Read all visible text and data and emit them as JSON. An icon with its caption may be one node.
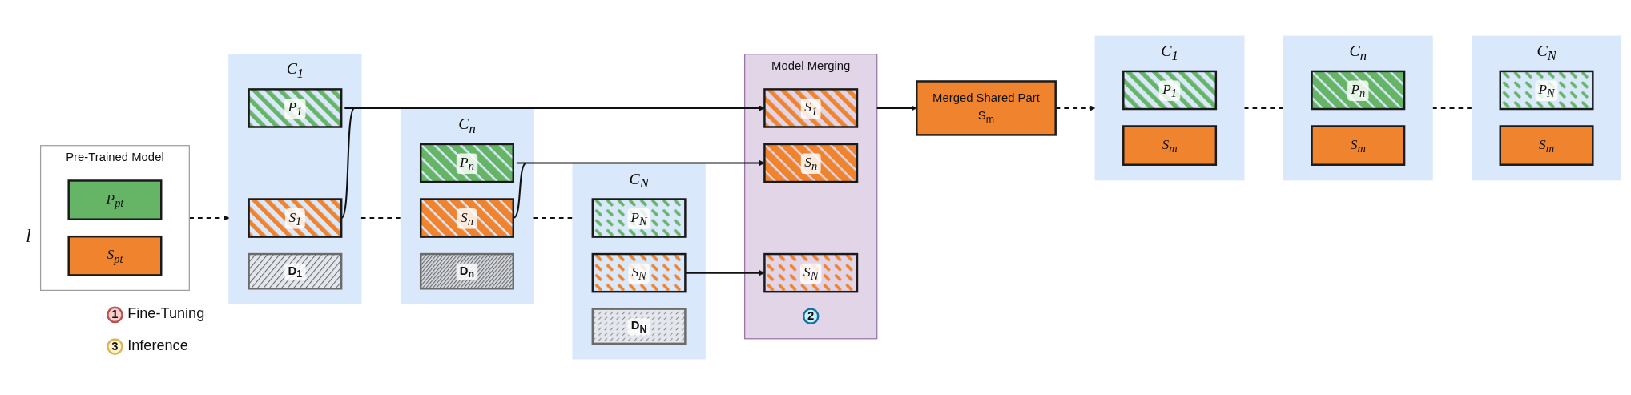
{
  "diagram": {
    "nodes": [
      {
        "text": [
          "Pre-Trained Model"
        ]
      },
      {
        "text": [
          "P$_{pt}$"
        ],
        "in": 0
      },
      {
        "text": [
          "S$_{pt}$"
        ],
        "in": 0
      },
      {
        "text": [
          "1"
        ],
        "beside": [
          "Fine-Tuning"
        ]
      },
      {
        "text": [
          "C$_{1}$"
        ]
      },
      {
        "text": [
          "P$_{1}$"
        ],
        "in": 4
      },
      {
        "text": [
          "S$_{1}$"
        ],
        "in": 4
      },
      {
        "text": [
          "D$_{1}$"
        ],
        "in": 4
      },
      {
        "text": [
          "C$_{n}$"
        ]
      },
      {
        "text": [
          "P$_{n}$"
        ],
        "in": 8
      },
      {
        "text": [
          "S$_{n}$"
        ],
        "in": 8
      },
      {
        "text": [
          "D$_{n}$"
        ],
        "in": 8
      },
      {
        "text": [
          "C$_{N}$"
        ]
      },
      {
        "text": [
          "P$_{N}$"
        ],
        "in": 12
      },
      {
        "text": [
          "S$_{N}$"
        ],
        "in": 12
      },
      {
        "text": [
          "D$_{N}$"
        ],
        "in": 12
      },
      {
        "text": [
          "Model Merging"
        ]
      },
      {
        "text": [
          "S$_{1}$"
        ],
        "in": 16
      },
      {
        "text": [
          "S$_{n}$"
        ],
        "in": 16
      },
      {
        "text": [
          "S$_{N}$"
        ],
        "in": 16
      },
      {
        "text": [
          "2"
        ],
        "in": 16
      },
      {
        "text": [
          "Merged Shared Part",
          "S$_{m}$"
        ]
      },
      {
        "text": [
          "3"
        ],
        "beside": [
          "Inference"
        ]
      },
      {
        "text": [
          "C$_{1}$"
        ]
      },
      {
        "text": [
          "P$_{1}$"
        ],
        "in": 23
      },
      {
        "text": [
          "S$_{m}$"
        ],
        "in": 23
      },
      {
        "text": [
          "C$_{n}$"
        ]
      },
      {
        "text": [
          "P$_{n}$"
        ],
        "in": 26
      },
      {
        "text": [
          "S$_{m}$"
        ],
        "in": 26
      },
      {
        "text": [
          "C$_{N}$"
        ]
      },
      {
        "text": [
          "P$_{N}$"
        ],
        "in": 29
      },
      {
        "text": [
          "S$_{m}$"
        ],
        "in": 29
      }
    ],
    "edges": [
      {
        "from": 0,
        "to": 4,
        "arrow": "to",
        "style": "dashed"
      },
      {
        "from": 4,
        "to": 8,
        "arrow": "none",
        "style": "dashed"
      },
      {
        "from": 8,
        "to": 12,
        "arrow": "none",
        "style": "dashed"
      },
      {
        "from": 6,
        "to": 17,
        "arrow": "to"
      },
      {
        "from": 10,
        "to": 18,
        "arrow": "to"
      },
      {
        "from": 14,
        "to": 19,
        "arrow": "to"
      },
      {
        "from": 16,
        "to": 21,
        "arrow": "to"
      },
      {
        "from": 21,
        "to": 23,
        "arrow": "to",
        "style": "dashed"
      },
      {
        "from": 23,
        "to": 26,
        "arrow": "none",
        "style": "dashed"
      },
      {
        "from": 26,
        "to": 29,
        "arrow": "none",
        "style": "dashed"
      }
    ],
    "labels": [
      "l"
    ]
  }
}
